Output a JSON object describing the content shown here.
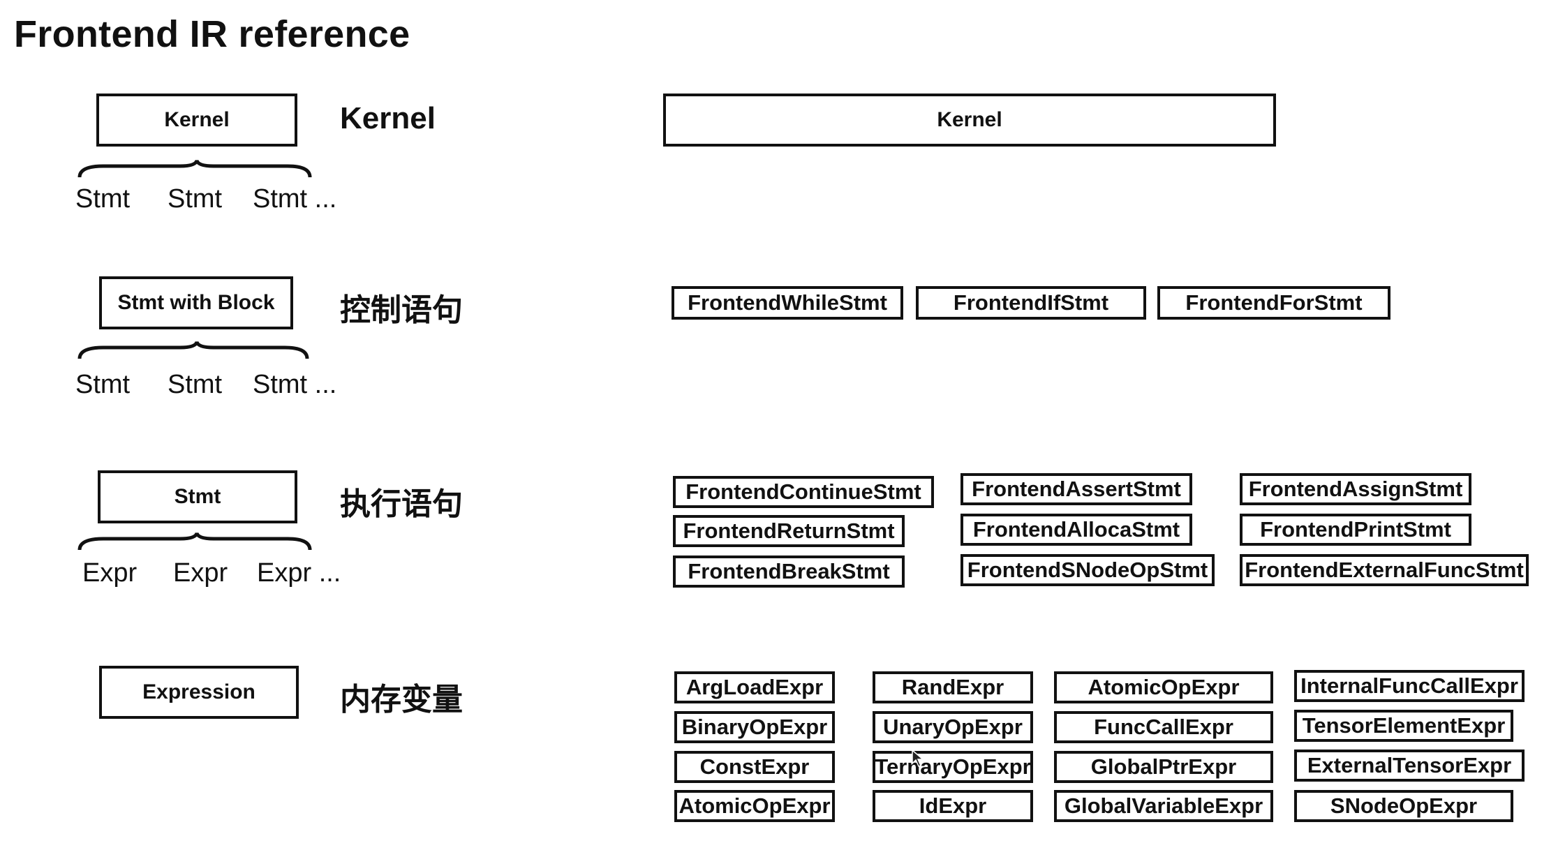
{
  "title": "Frontend IR reference",
  "rows": [
    {
      "left_box": "Kernel",
      "category": "Kernel",
      "children": [
        "Stmt",
        "Stmt",
        "Stmt ..."
      ],
      "items": [
        "Kernel"
      ]
    },
    {
      "left_box": "Stmt with Block",
      "category": "控制语句",
      "children": [
        "Stmt",
        "Stmt",
        "Stmt ..."
      ],
      "items": [
        "FrontendWhileStmt",
        "FrontendIfStmt",
        "FrontendForStmt"
      ]
    },
    {
      "left_box": "Stmt",
      "category": "执行语句",
      "children": [
        "Expr",
        "Expr",
        "Expr ..."
      ],
      "items": [
        "FrontendContinueStmt",
        "FrontendReturnStmt",
        "FrontendBreakStmt",
        "FrontendAssertStmt",
        "FrontendAllocaStmt",
        "FrontendSNodeOpStmt",
        "FrontendAssignStmt",
        "FrontendPrintStmt",
        "FrontendExternalFuncStmt"
      ]
    },
    {
      "left_box": "Expression",
      "category": "内存变量",
      "children": [],
      "items": [
        "ArgLoadExpr",
        "BinaryOpExpr",
        "ConstExpr",
        "AtomicOpExpr",
        "RandExpr",
        "UnaryOpExpr",
        "TernaryOpExpr",
        "IdExpr",
        "AtomicOpExpr",
        "FuncCallExpr",
        "GlobalPtrExpr",
        "GlobalVariableExpr",
        "InternalFuncCallExpr",
        "TensorElementExpr",
        "ExternalTensorExpr",
        "SNodeOpExpr"
      ]
    }
  ]
}
